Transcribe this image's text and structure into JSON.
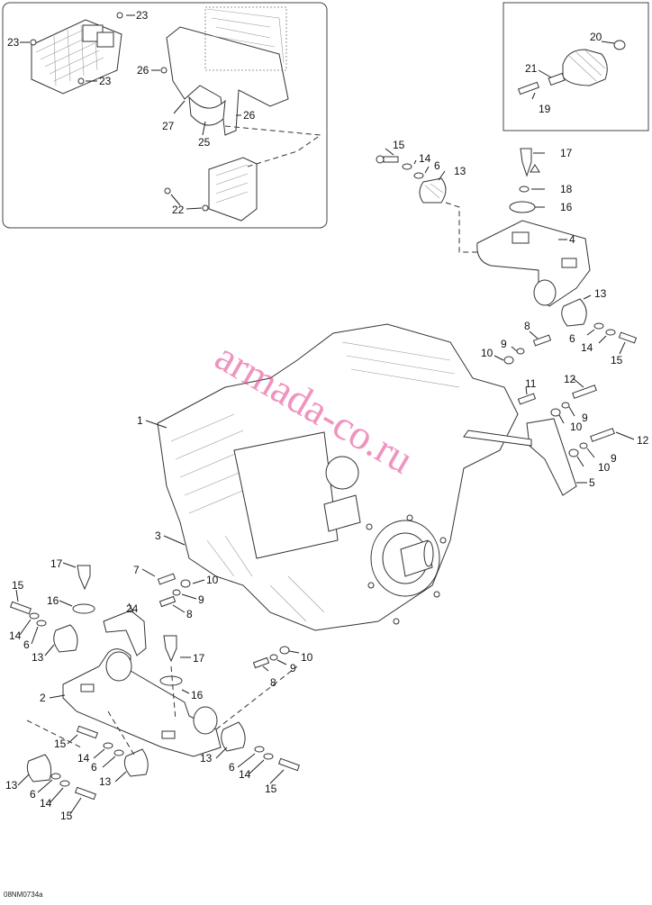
{
  "figure_code": "08NM0734a",
  "watermark": "armada-co.ru",
  "callouts": [
    "1",
    "2",
    "3",
    "4",
    "5",
    "6",
    "7",
    "8",
    "9",
    "10",
    "11",
    "12",
    "13",
    "14",
    "15",
    "16",
    "17",
    "18",
    "19",
    "20",
    "21",
    "22",
    "23",
    "24",
    "25",
    "26",
    "27"
  ],
  "inset_boxes": [
    "electrical-inset",
    "fastener-inset"
  ]
}
